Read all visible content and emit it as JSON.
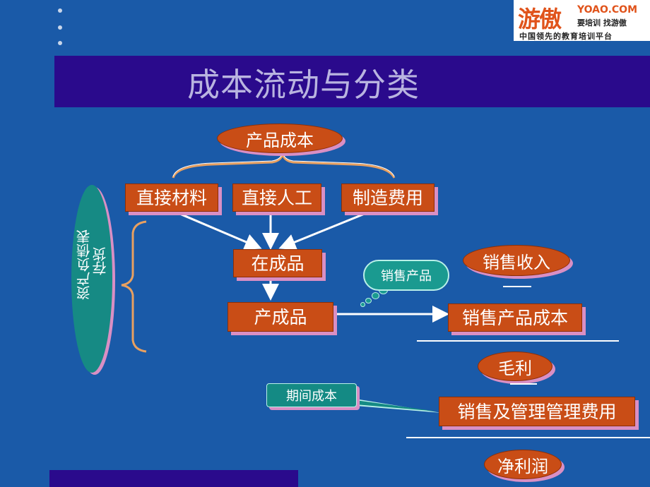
{
  "logo": {
    "mark": "游傲",
    "domain": "YOAO.COM",
    "slogan": "要培训 找游傲",
    "tagline": "中国领先的教育培训平台"
  },
  "title": "成本流动与分类",
  "nodes": {
    "product_cost": "产品成本",
    "direct_material": "直接材料",
    "direct_labor": "直接人工",
    "manufacturing_overhead": "制造费用",
    "wip": "在成品",
    "finished_goods": "产成品",
    "sales_revenue": "销售收入",
    "cogs": "销售产品成本",
    "gross_profit": "毛利",
    "selling_admin": "销售及管理管理费用",
    "net_profit": "净利润",
    "sold_products": "销售产品",
    "period_cost": "期间成本"
  },
  "balance_sheet": {
    "line1": "资产负债表",
    "line2": "存货"
  },
  "colors": {
    "background": "#1a5aa8",
    "title_bar": "#2a0a8c",
    "box": "#c94d16",
    "shadow": "#d98fc4",
    "teal": "#168a84"
  }
}
